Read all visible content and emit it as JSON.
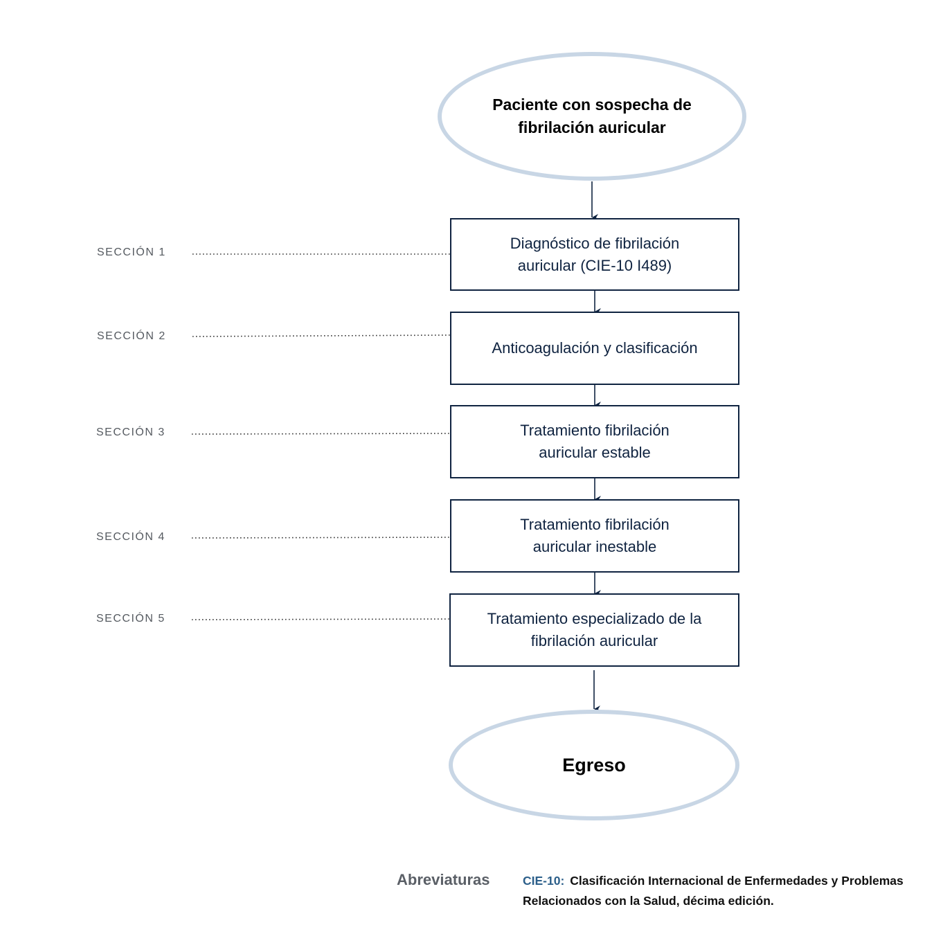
{
  "start_node": {
    "line1": "Paciente con sospecha de",
    "line2": "fibrilación auricular"
  },
  "steps": [
    {
      "line1": "Diagnóstico de fibrilación",
      "line2": "auricular (CIE-10 I489)"
    },
    {
      "line1": "Anticoagulación y clasificación",
      "line2": ""
    },
    {
      "line1": "Tratamiento fibrilación",
      "line2": "auricular estable"
    },
    {
      "line1": "Tratamiento fibrilación",
      "line2": "auricular inestable"
    },
    {
      "line1": "Tratamiento especializado de la",
      "line2": "fibrilación auricular"
    }
  ],
  "sections": [
    "SECCIÓN 1",
    "SECCIÓN 2",
    "SECCIÓN 3",
    "SECCIÓN 4",
    "SECCIÓN 5"
  ],
  "end_node": {
    "label": "Egreso"
  },
  "abbreviations": {
    "title": "Abreviaturas",
    "key": "CIE-10:",
    "definition": "Clasificación Internacional de Enfermedades y Problemas Relacionados con la Salud, décima edición."
  },
  "colors": {
    "ellipse_border": "#c8d6e5",
    "box_border": "#0f2340",
    "connector": "#0f2340",
    "abbr_key": "#2c5f8a"
  }
}
